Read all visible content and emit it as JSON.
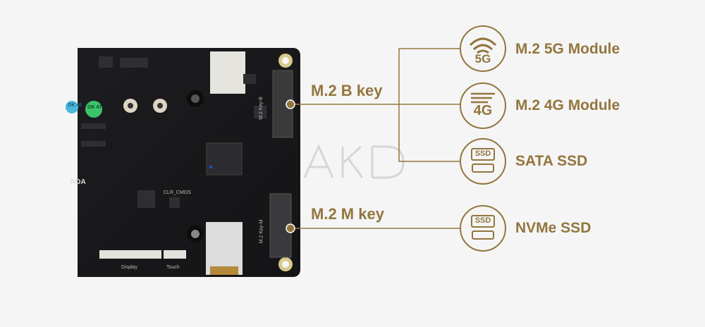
{
  "accent_color": "#93763f",
  "board": {
    "silkscreen": {
      "display": "Display",
      "touch": "Touch",
      "clr_cmos": "CLR_CMOS",
      "key_b": "M.2 Key-B",
      "key_m": "M.2 Key-M",
      "brand_fragment": "NDA",
      "badge_1": "OK 46",
      "badge_2": "OK 47"
    }
  },
  "ports": [
    {
      "label": "M.2 B key"
    },
    {
      "label": "M.2 M key"
    }
  ],
  "modules": [
    {
      "label": "M.2 5G Module",
      "icon": "5g-signal-icon",
      "icon_text": "5G",
      "port": "M.2 B key"
    },
    {
      "label": "M.2 4G Module",
      "icon": "4g-signal-icon",
      "icon_text": "4G",
      "port": "M.2 B key"
    },
    {
      "label": "SATA SSD",
      "icon": "ssd-drive-icon",
      "icon_text": "SSD",
      "port": "M.2 B key"
    },
    {
      "label": "NVMe SSD",
      "icon": "ssd-drive-icon",
      "icon_text": "SSD",
      "port": "M.2 M key"
    }
  ],
  "watermark": "AKD"
}
